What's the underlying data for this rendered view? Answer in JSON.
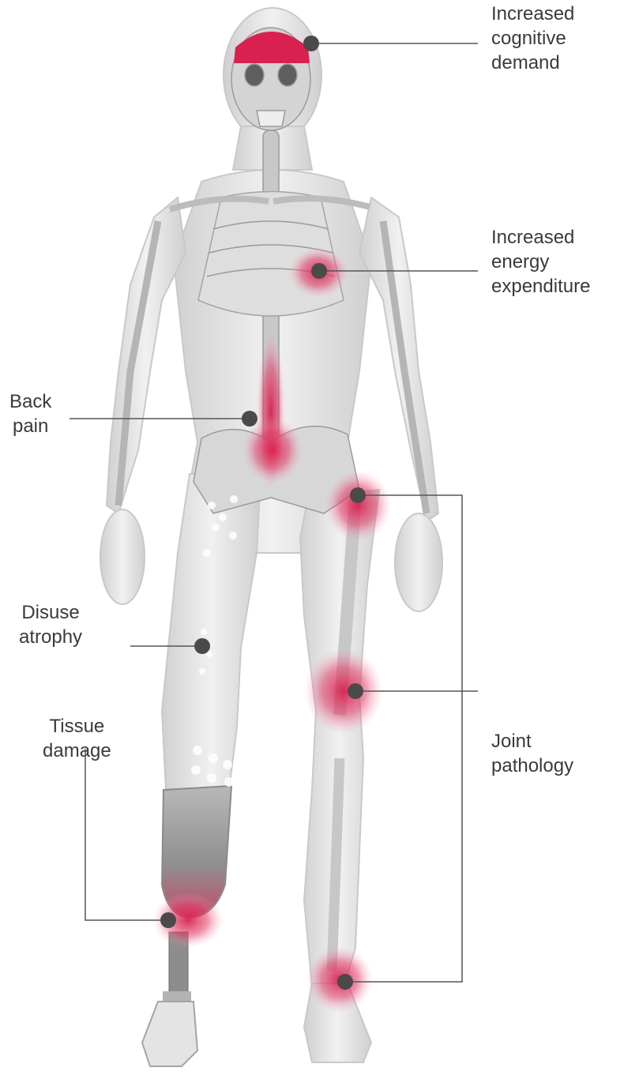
{
  "labels": {
    "cognitive": "Increased\ncognitive\ndemand",
    "energy": "Increased\nenergy\nexpenditure",
    "back_pain": "Back\npain",
    "disuse": "Disuse\natrophy",
    "tissue": "Tissue\ndamage",
    "joint": "Joint\npathology"
  },
  "colors": {
    "highlight": "#d8214f",
    "bone": "#d9d9d9",
    "body": "#e6e6e6",
    "dot": "#4a4a4a",
    "leader": "#555555",
    "text": "#3a3a3a"
  },
  "icons": {
    "figure": "human-skeleton-illustration",
    "prosthesis": "prosthetic-leg-illustration"
  }
}
